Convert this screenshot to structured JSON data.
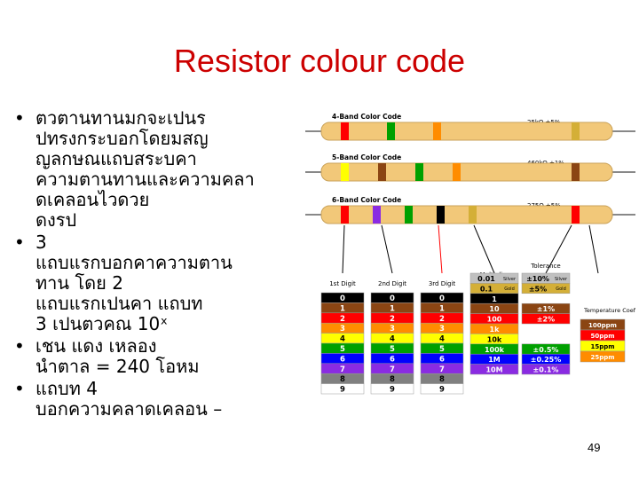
{
  "slide": {
    "title": "Resistor colour code",
    "page_number": "49",
    "bullets": [
      {
        "lines": [
          "ตวตานทานมกจะเปนร",
          "ปทรงกระบอกโดยมสญ",
          "ญลกษณแถบสระบคา",
          "ความตานทานและความคลา",
          "ดเคลอนไวดวย",
          "ดงรป"
        ]
      },
      {
        "lines": [
          "3",
          "แถบแรกบอกคาความตาน",
          "ทาน โดย 2",
          "แถบแรกเปนคา   แถบท",
          "3 เปนตวคณ        10ˣ"
        ]
      },
      {
        "lines": [
          "เชน  แดง เหลอง",
          "นำตาล    = 240 โอหม"
        ]
      },
      {
        "lines": [
          "แถบท    4",
          "บอกความคลาดเคลอน  –"
        ]
      }
    ]
  },
  "figure": {
    "band_labels": [
      "4-Band Color Code",
      "5-Band Color Code",
      "6-Band Color Code"
    ],
    "band_values": [
      "25kΩ ±5%",
      "460kΩ ±1%",
      "275Ω ±5%"
    ],
    "columns": [
      "1st Digit",
      "2nd Digit",
      "3rd Digit",
      "Multiplier",
      "Tolerance",
      "Temperature Coefficient"
    ],
    "digits": [
      "0",
      "1",
      "2",
      "3",
      "4",
      "5",
      "6",
      "7",
      "8",
      "9"
    ],
    "digit_colors": [
      "#000000",
      "#8b4513",
      "#ff0000",
      "#ff8c00",
      "#ffff00",
      "#00a000",
      "#0000ff",
      "#8a2be2",
      "#808080",
      "#ffffff"
    ],
    "multiplier": [
      "0.01",
      "0.1",
      "1",
      "10",
      "100",
      "1k",
      "10k",
      "100k",
      "1M",
      "10M"
    ],
    "multiplier_tags": [
      "Silver",
      "Gold"
    ],
    "tolerance": [
      "±10%",
      "±5%",
      "",
      "±1%",
      "±2%",
      "",
      "",
      "±0.5%",
      "±0.25%",
      "±0.1%"
    ],
    "tolerance_tags": [
      "Silver",
      "Gold"
    ],
    "tempco": [
      "100ppm",
      "50ppm",
      "15ppm",
      "25ppm"
    ]
  }
}
